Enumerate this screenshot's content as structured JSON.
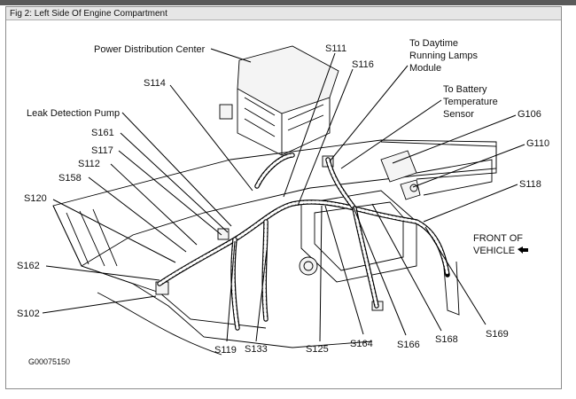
{
  "caption": "Fig 2: Left Side Of Engine Compartment",
  "figure_code": "G00075150",
  "labels": {
    "pdc": "Power Distribution Center",
    "s111": "S111",
    "s116": "S116",
    "drl_1": "To Daytime",
    "drl_2": "Running Lamps",
    "drl_3": "Module",
    "bts_1": "To Battery",
    "bts_2": "Temperature",
    "bts_3": "Sensor",
    "s114": "S114",
    "ldp": "Leak Detection Pump",
    "g106": "G106",
    "s161": "S161",
    "s117": "S117",
    "s112": "S112",
    "g110": "G110",
    "s158": "S158",
    "s118": "S118",
    "s120": "S120",
    "front_1": "FRONT OF",
    "front_2": "VEHICLE",
    "s162": "S162",
    "s102": "S102",
    "s119": "S119",
    "s133": "S133",
    "s125": "S125",
    "s164": "S164",
    "s166": "S166",
    "s168": "S168",
    "s169": "S169"
  },
  "icons": {
    "front_arrow": "pointing-hand-arrow-icon"
  }
}
